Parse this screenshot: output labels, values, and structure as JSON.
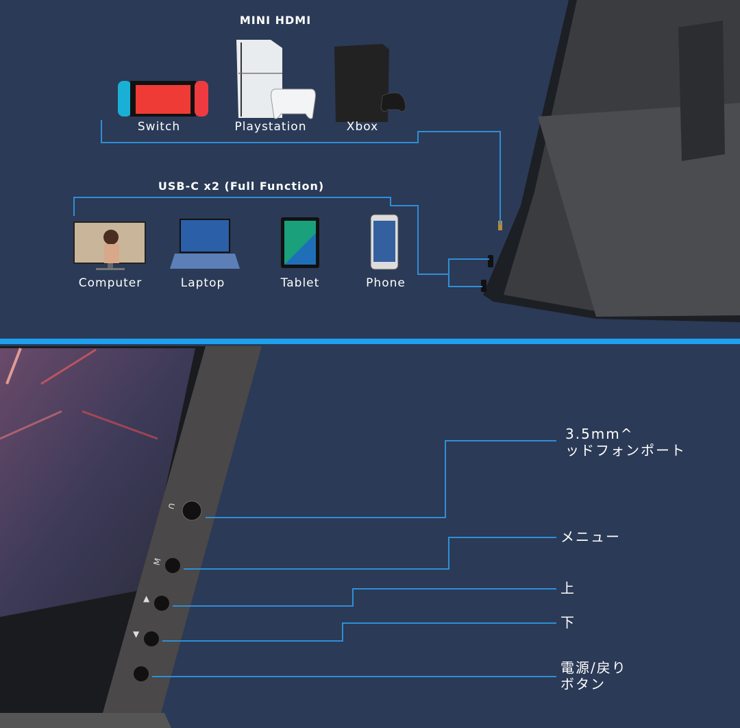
{
  "hdmi": {
    "title": "MINI HDMI",
    "devices": [
      {
        "label": "Switch",
        "icon": "nintendo-switch-icon"
      },
      {
        "label": "Playstation",
        "icon": "playstation-icon"
      },
      {
        "label": "Xbox",
        "icon": "xbox-icon"
      }
    ]
  },
  "usbc": {
    "title": "USB-C x2 (Full Function)",
    "devices": [
      {
        "label": "Computer",
        "icon": "computer-icon"
      },
      {
        "label": "Laptop",
        "icon": "laptop-icon"
      },
      {
        "label": "Tablet",
        "icon": "tablet-icon"
      },
      {
        "label": "Phone",
        "icon": "phone-icon"
      }
    ]
  },
  "controls": {
    "headphone_line1": "3.5mm^",
    "headphone_line2": "ッドフォンポート",
    "menu": "メニュー",
    "up": "上",
    "down": "下",
    "power_line1": "電源/戻り",
    "power_line2": "ボタン",
    "button_marks": {
      "menu": "M",
      "up": "▲",
      "down": "▼"
    }
  },
  "colors": {
    "background": "#2b3a56",
    "connector_line": "#2f8fd6",
    "divider": "#1ea0ee"
  }
}
